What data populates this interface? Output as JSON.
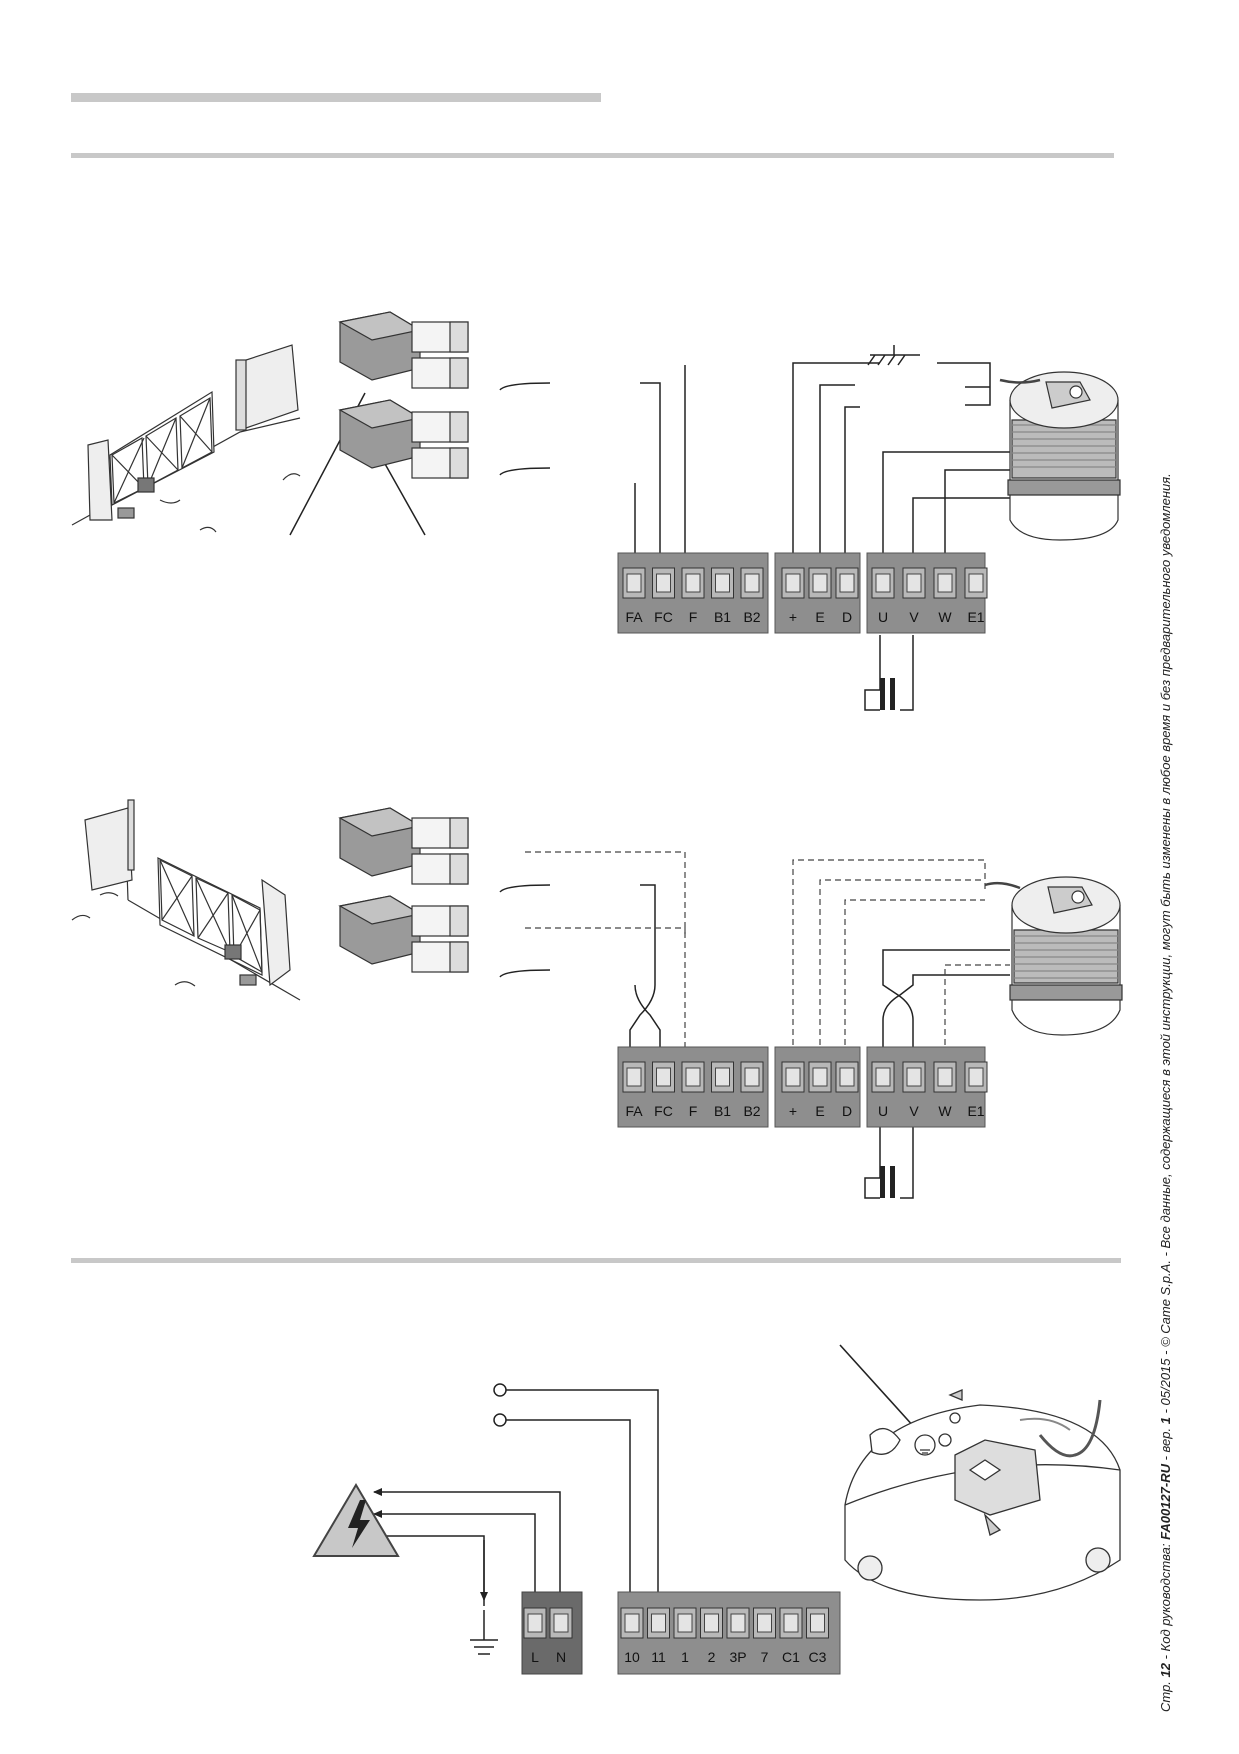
{
  "panels": [
    {
      "id": "panel1",
      "terminal_groups": [
        [
          "FA",
          "FC",
          "F",
          "B1",
          "B2"
        ],
        [
          "+",
          "E",
          "D"
        ],
        [
          "U",
          "V",
          "W",
          "E1"
        ]
      ]
    },
    {
      "id": "panel2",
      "terminal_groups": [
        [
          "FA",
          "FC",
          "F",
          "B1",
          "B2"
        ],
        [
          "+",
          "E",
          "D"
        ],
        [
          "U",
          "V",
          "W",
          "E1"
        ]
      ]
    }
  ],
  "bottom_terminals": {
    "power": [
      "L",
      "N"
    ],
    "control": [
      "10",
      "11",
      "1",
      "2",
      "3P",
      "7",
      "C1",
      "C3"
    ]
  },
  "footer": {
    "p1": "Стр. ",
    "p2": "12",
    "p3": " - Код руководства: ",
    "p4": "FA00127-RU",
    "p5": " - вер. ",
    "p6": "1",
    "p7": " - 05/2015 - © Came S.p.A. - Все данные, содержащиеся в этой инструкции, могут быть изменены в любое время и без предварительного уведомления."
  },
  "colors": {
    "terminal_block": "#8e8e8e",
    "terminal_dark": "#6a6a6a",
    "rule": "#c8c8c8",
    "line": "#222222"
  }
}
